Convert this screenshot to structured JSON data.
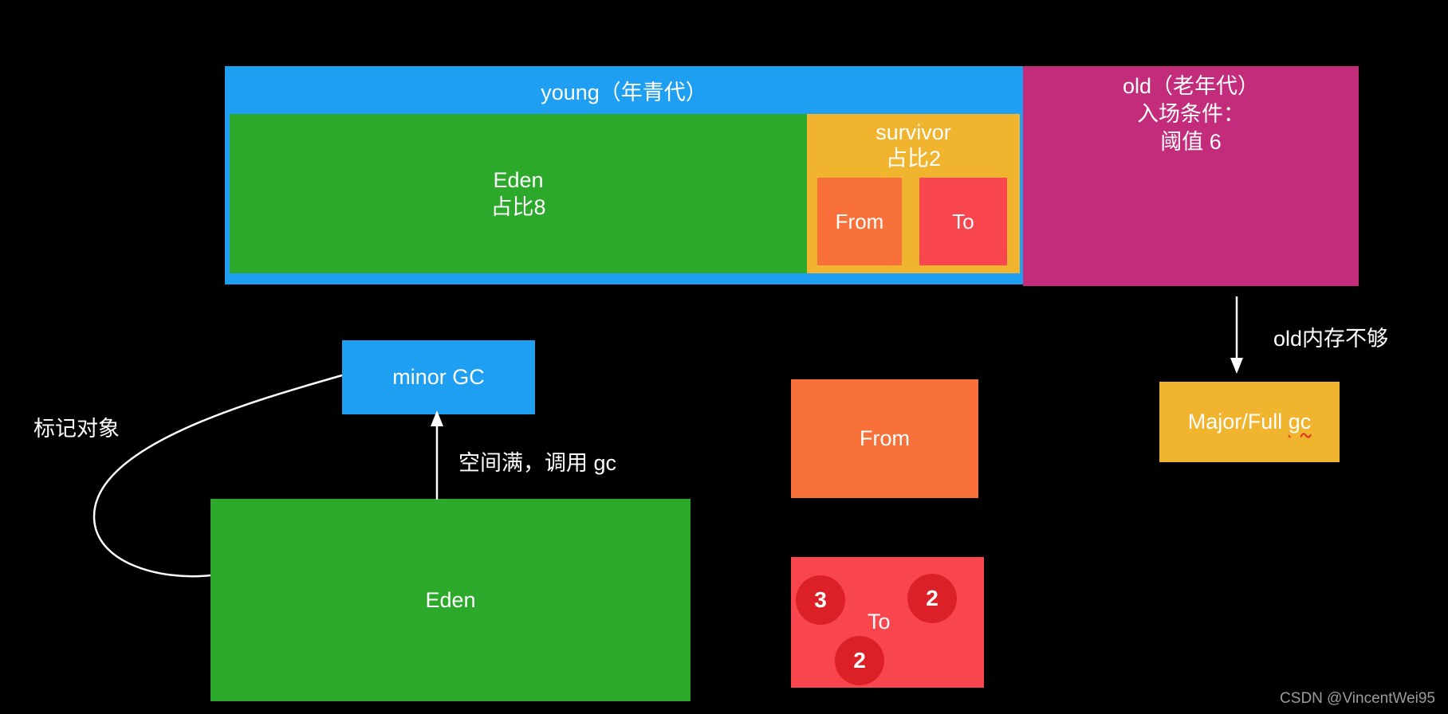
{
  "diagram": {
    "young": {
      "label": "young（年青代）"
    },
    "eden_top": {
      "line1": "Eden",
      "line2": "占比8"
    },
    "survivor": {
      "line1": "survivor",
      "line2": "占比2"
    },
    "from_top": {
      "label": "From"
    },
    "to_top": {
      "label": "To"
    },
    "old": {
      "line1": "old（老年代）",
      "line2": "入场条件：",
      "line3": "阈值 6"
    },
    "minor_gc": {
      "label": "minor GC"
    },
    "eden_bottom": {
      "label": "Eden"
    },
    "from_bottom": {
      "label": "From"
    },
    "to_bottom": {
      "label": "To",
      "circles": [
        "3",
        "2",
        "2"
      ]
    },
    "major_full_gc": {
      "prefix": "Major/Full ",
      "underlined": "gc"
    },
    "labels": {
      "mark_objects": "标记对象",
      "space_full": "空间满，调用 gc",
      "old_not_enough": "old内存不够"
    },
    "watermark": "CSDN @VincentWei95",
    "colors": {
      "background": "#000000",
      "blue": "#1E9FF2",
      "green": "#2CA82B",
      "yellow": "#F0B42F",
      "orange": "#F8713A",
      "red": "#F8454E",
      "circle_red": "#DC2027",
      "magenta": "#C32B7B",
      "text": "#FFFFFF",
      "watermark_gray": "#9B9B9B"
    }
  }
}
